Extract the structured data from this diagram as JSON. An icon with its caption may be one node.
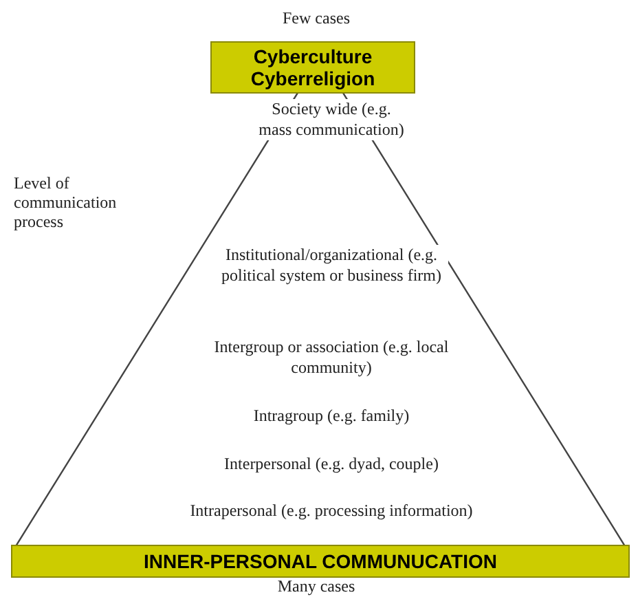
{
  "diagram": {
    "nodes": [
      {
        "text": [
          "Cyberculture Cyberreligion"
        ]
      },
      {
        "text": [
          "Society wide (e.g. mass communication)",
          "Institutional/organizational (e.g. political system or business firm)",
          "Intergroup or association (e.g. local community)",
          "Intragroup (e.g. family)",
          "Interpersonal (e.g. dyad, couple)",
          "Intrapersonal (e.g. processing information)"
        ]
      },
      {
        "text": [
          "INNER-PERSONAL COMMUNUCATION"
        ]
      }
    ],
    "edges": [],
    "labels": [
      "Few cases",
      "Level of communication process",
      "Many cases"
    ]
  }
}
